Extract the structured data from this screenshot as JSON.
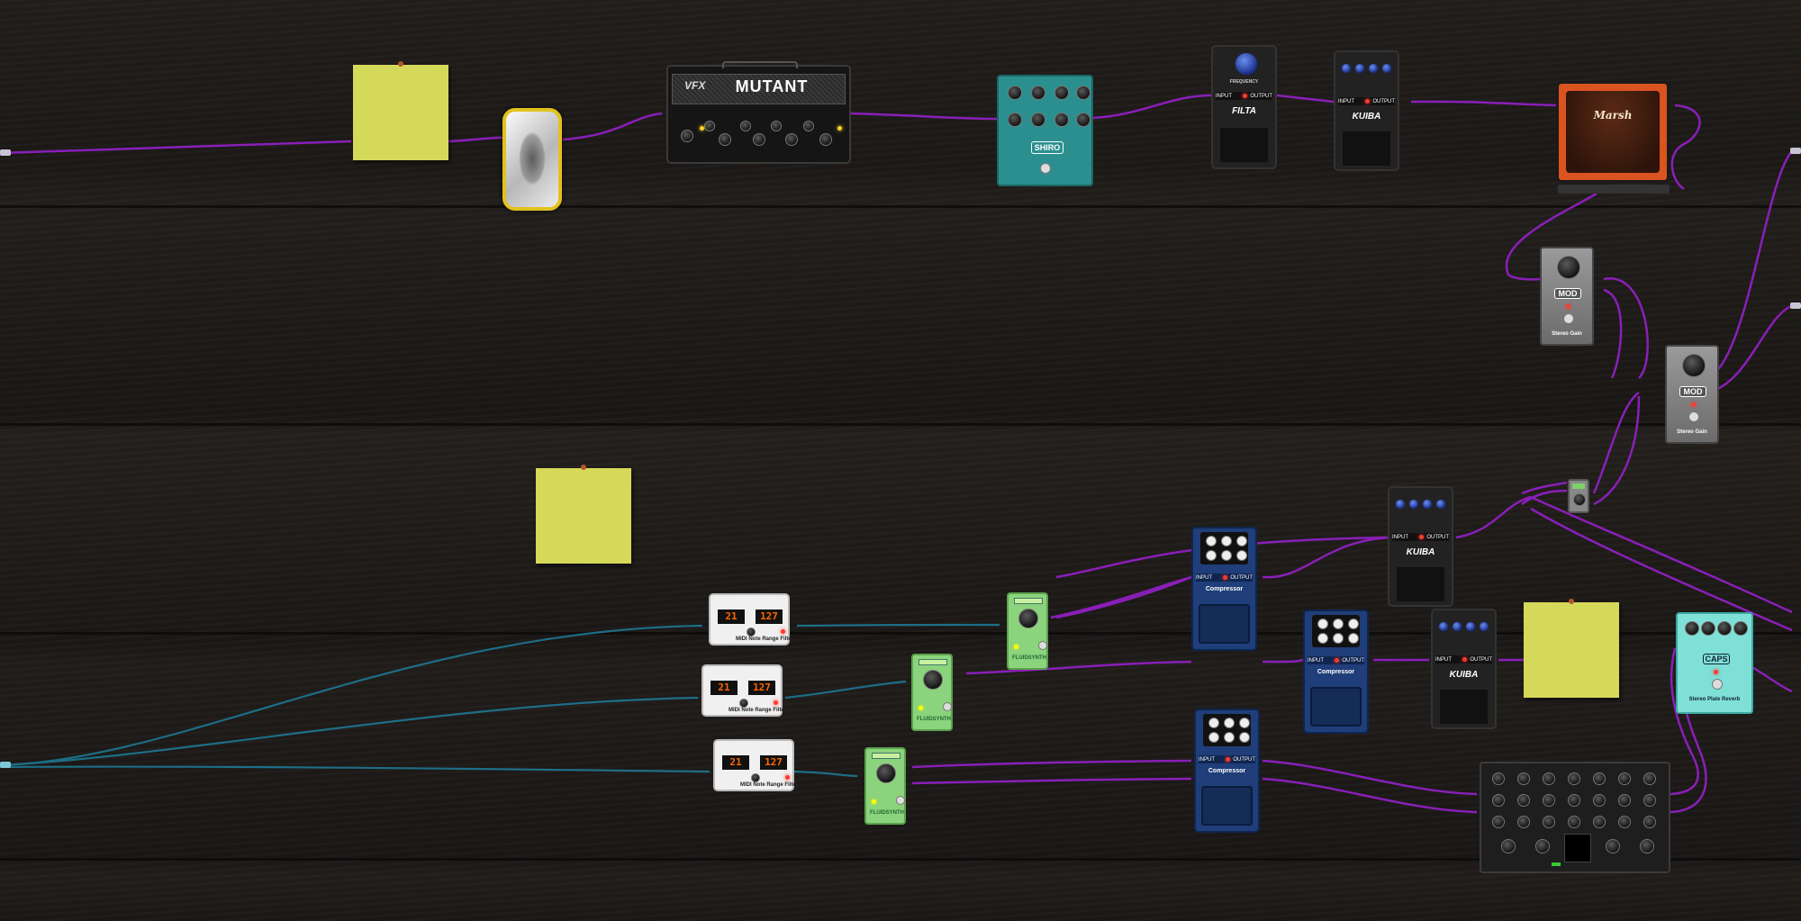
{
  "board": {
    "title": "Pedalboard"
  },
  "devices": {
    "amp_mutant": {
      "brand": "VFX",
      "name": "MUTANT"
    },
    "shiro": {
      "name": "SHIRO"
    },
    "filta": {
      "name": "FILTA",
      "knob": "FREQUENCY",
      "input": "INPUT",
      "output": "OUTPUT"
    },
    "kuiba_top": {
      "name": "KUIBA",
      "input": "INPUT",
      "output": "OUTPUT"
    },
    "marsh_cab": {
      "name": "Marsh"
    },
    "stereo_gain_1": {
      "badge": "MOD",
      "name": "Stereo Gain"
    },
    "stereo_gain_2": {
      "badge": "MOD",
      "name": "Stereo Gain"
    },
    "kuiba_mid": {
      "name": "KUIBA",
      "input": "INPUT",
      "output": "OUTPUT"
    },
    "kuiba_low": {
      "name": "KUIBA",
      "input": "INPUT",
      "output": "OUTPUT"
    },
    "compressor_1": {
      "name": "Compressor",
      "input": "INPUT",
      "output": "OUTPUT"
    },
    "compressor_2": {
      "name": "Compressor",
      "input": "INPUT",
      "output": "OUTPUT"
    },
    "compressor_3": {
      "name": "Compressor",
      "input": "INPUT",
      "output": "OUTPUT"
    },
    "caps_reverb": {
      "badge": "CAPS",
      "name": "Stereo Plate Reverb"
    },
    "midi_filter_1": {
      "name": "MIDI Note Range Filter",
      "d1": "21",
      "d2": "127"
    },
    "midi_filter_2": {
      "name": "MIDI Note Range Filter",
      "d1": "21",
      "d2": "127"
    },
    "midi_filter_3": {
      "name": "MIDI Note Range Filter",
      "d1": "21",
      "d2": "127"
    },
    "fluid_1": {
      "name": "FLUIDSYNTH"
    },
    "fluid_2": {
      "name": "FLUIDSYNTH"
    },
    "fluid_3": {
      "name": "FLUIDSYNTH"
    }
  },
  "colors": {
    "audio_cable": "#8a1fb8",
    "midi_cable": "#1d6e86",
    "sticky_note": "#d5d95a",
    "shiro_body": "#2c8f8f",
    "compressor_body": "#1f3e7a",
    "fluid_body": "#8bd37c",
    "caps_body": "#7fe0d8",
    "marsh_body": "#d9541f"
  }
}
